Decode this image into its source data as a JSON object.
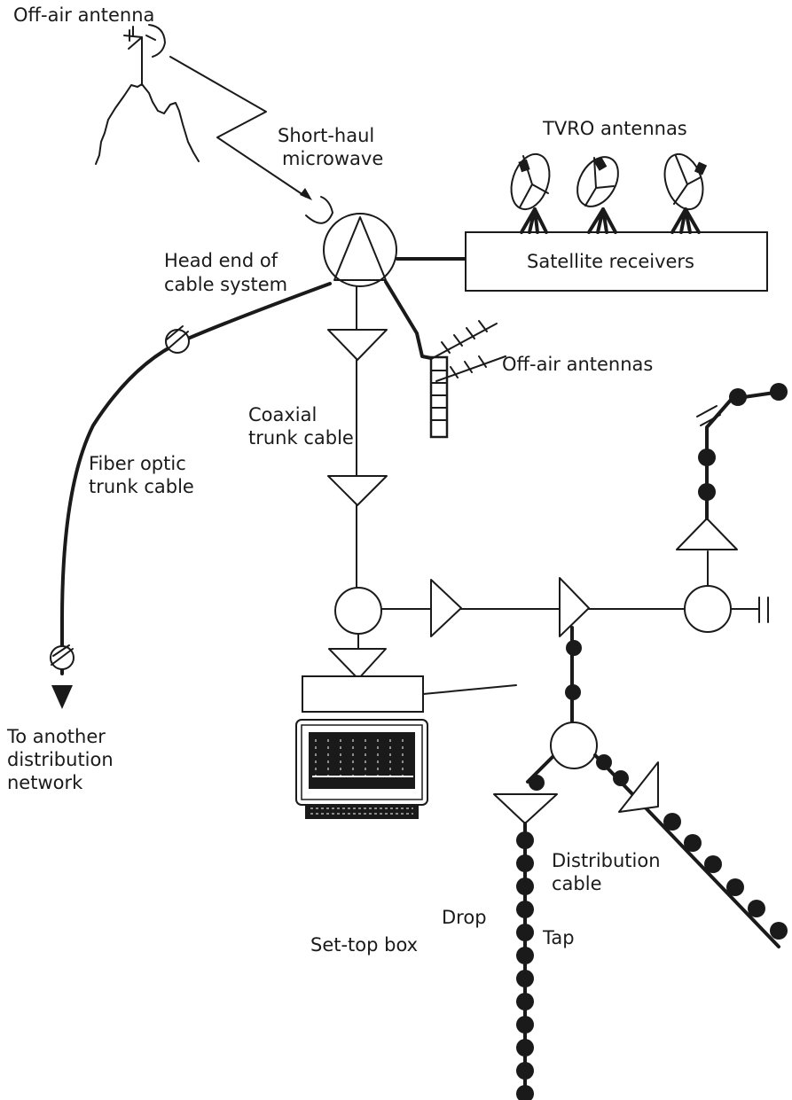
{
  "labels": {
    "off_air_antenna": "Off-air antenna",
    "short_haul_line1": "Short-haul",
    "short_haul_line2": "microwave",
    "tvro_antennas": "TVRO antennas",
    "head_end_line1": "Head end of",
    "head_end_line2": "cable system",
    "satellite_receivers": "Satellite receivers",
    "off_air_antennas": "Off-air antennas",
    "coaxial_line1": "Coaxial",
    "coaxial_line2": "trunk cable",
    "fiber_line1": "Fiber optic",
    "fiber_line2": "trunk cable",
    "to_another_line1": "To another",
    "to_another_line2": "distribution",
    "to_another_line3": "network",
    "distribution_line1": "Distribution",
    "distribution_line2": "cable",
    "drop": "Drop",
    "tap": "Tap",
    "set_top_box": "Set-top box"
  },
  "colors": {
    "ink": "#1a1a1a",
    "background": "#ffffff"
  }
}
